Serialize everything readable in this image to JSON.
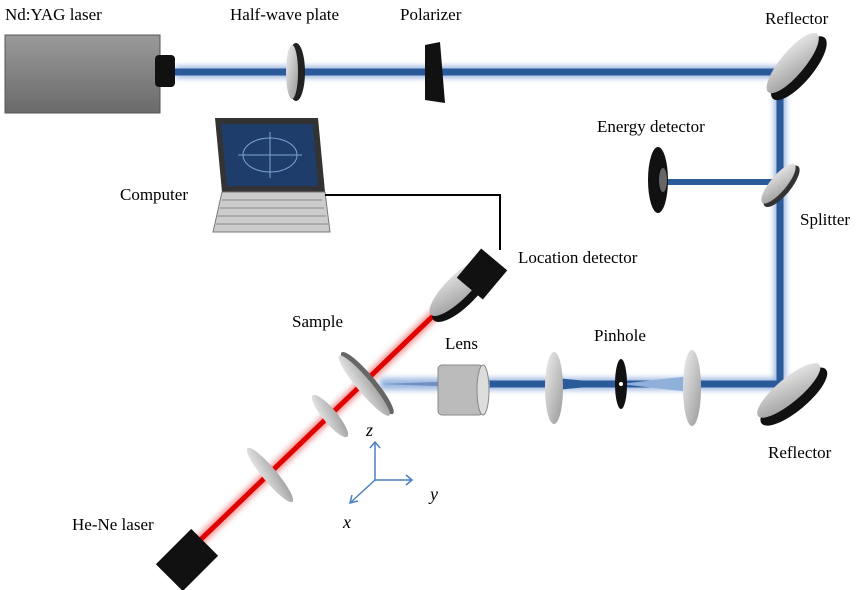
{
  "labels": {
    "ndyag": "Nd:YAG laser",
    "halfwave": "Half-wave plate",
    "polarizer": "Polarizer",
    "reflector_top": "Reflector",
    "energy": "Energy detector",
    "splitter": "Splitter",
    "computer": "Computer",
    "location": "Location detector",
    "sample": "Sample",
    "lens": "Lens",
    "pinhole": "Pinhole",
    "reflector_bottom": "Reflector",
    "hene": "He-Ne laser"
  },
  "axes": {
    "z": "z",
    "y": "y",
    "x": "x"
  },
  "colors": {
    "blue_beam": "#2a5a9a",
    "red_beam": "#e00000",
    "axis": "#4a7fc0"
  }
}
